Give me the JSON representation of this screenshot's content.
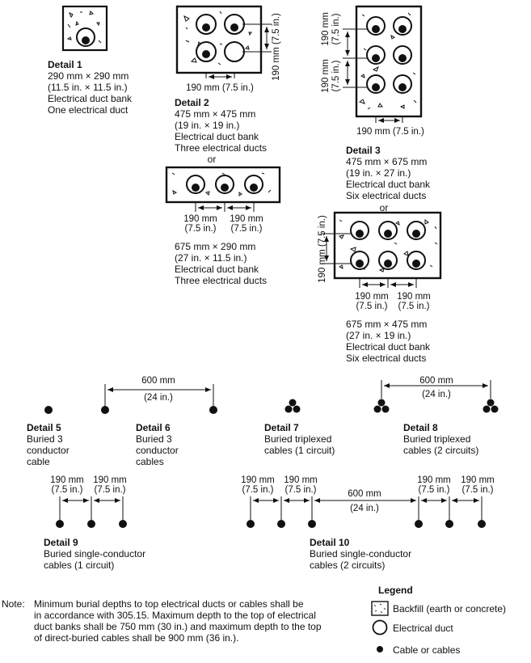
{
  "details": {
    "d1": {
      "title": "Detail 1",
      "lines": [
        "290 mm × 290 mm",
        "(11.5 in. × 11.5 in.)",
        "Electrical duct bank",
        "One electrical duct"
      ]
    },
    "d2": {
      "title": "Detail 2",
      "lines": [
        "475 mm × 475 mm",
        "(19 in. × 19 in.)",
        "Electrical duct bank",
        "Three electrical ducts"
      ]
    },
    "d2_alt": {
      "lines": [
        "675 mm × 290 mm",
        "(27 in. × 11.5 in.)",
        "Electrical duct bank",
        "Three electrical ducts"
      ]
    },
    "d3": {
      "title": "Detail 3",
      "lines": [
        "475 mm × 675 mm",
        "(19 in. × 27 in.)",
        "Electrical duct bank",
        "Six electrical ducts"
      ]
    },
    "d3_alt": {
      "lines": [
        "675 mm × 475 mm",
        "(27 in. × 19 in.)",
        "Electrical duct bank",
        "Six electrical ducts"
      ]
    },
    "d5": {
      "title": "Detail 5",
      "lines": [
        "Buried 3",
        "conductor",
        "cable"
      ]
    },
    "d6": {
      "title": "Detail 6",
      "lines": [
        "Buried 3",
        "conductor",
        "cables"
      ]
    },
    "d7": {
      "title": "Detail 7",
      "lines": [
        "Buried triplexed",
        "cables (1 circuit)"
      ]
    },
    "d8": {
      "title": "Detail 8",
      "lines": [
        "Buried triplexed",
        "cables (2 circuits)"
      ]
    },
    "d9": {
      "title": "Detail 9",
      "lines": [
        "Buried single-conductor",
        "cables (1 circuit)"
      ]
    },
    "d10": {
      "title": "Detail 10",
      "lines": [
        "Buried single-conductor",
        "cables (2 circuits)"
      ]
    }
  },
  "or_label": "or",
  "dims": {
    "mm190": "190 mm",
    "in75": "(7.5 in.)",
    "mm190_in75": "190 mm (7.5 in.)",
    "mm600": "600 mm",
    "in24": "(24 in.)"
  },
  "legend": {
    "title": "Legend",
    "backfill": "Backfill (earth or concrete)",
    "duct": "Electrical duct",
    "cable": "Cable or cables"
  },
  "note": {
    "label": "Note:",
    "lines": [
      "Minimum burial depths to top electrical ducts or cables shall be",
      "in accordance with 305.15. Maximum depth to the top of electrical",
      "duct banks shall be 750 mm (30 in.) and maximum depth to the top",
      "of direct-buried cables shall be 900 mm (36 in.)."
    ]
  }
}
